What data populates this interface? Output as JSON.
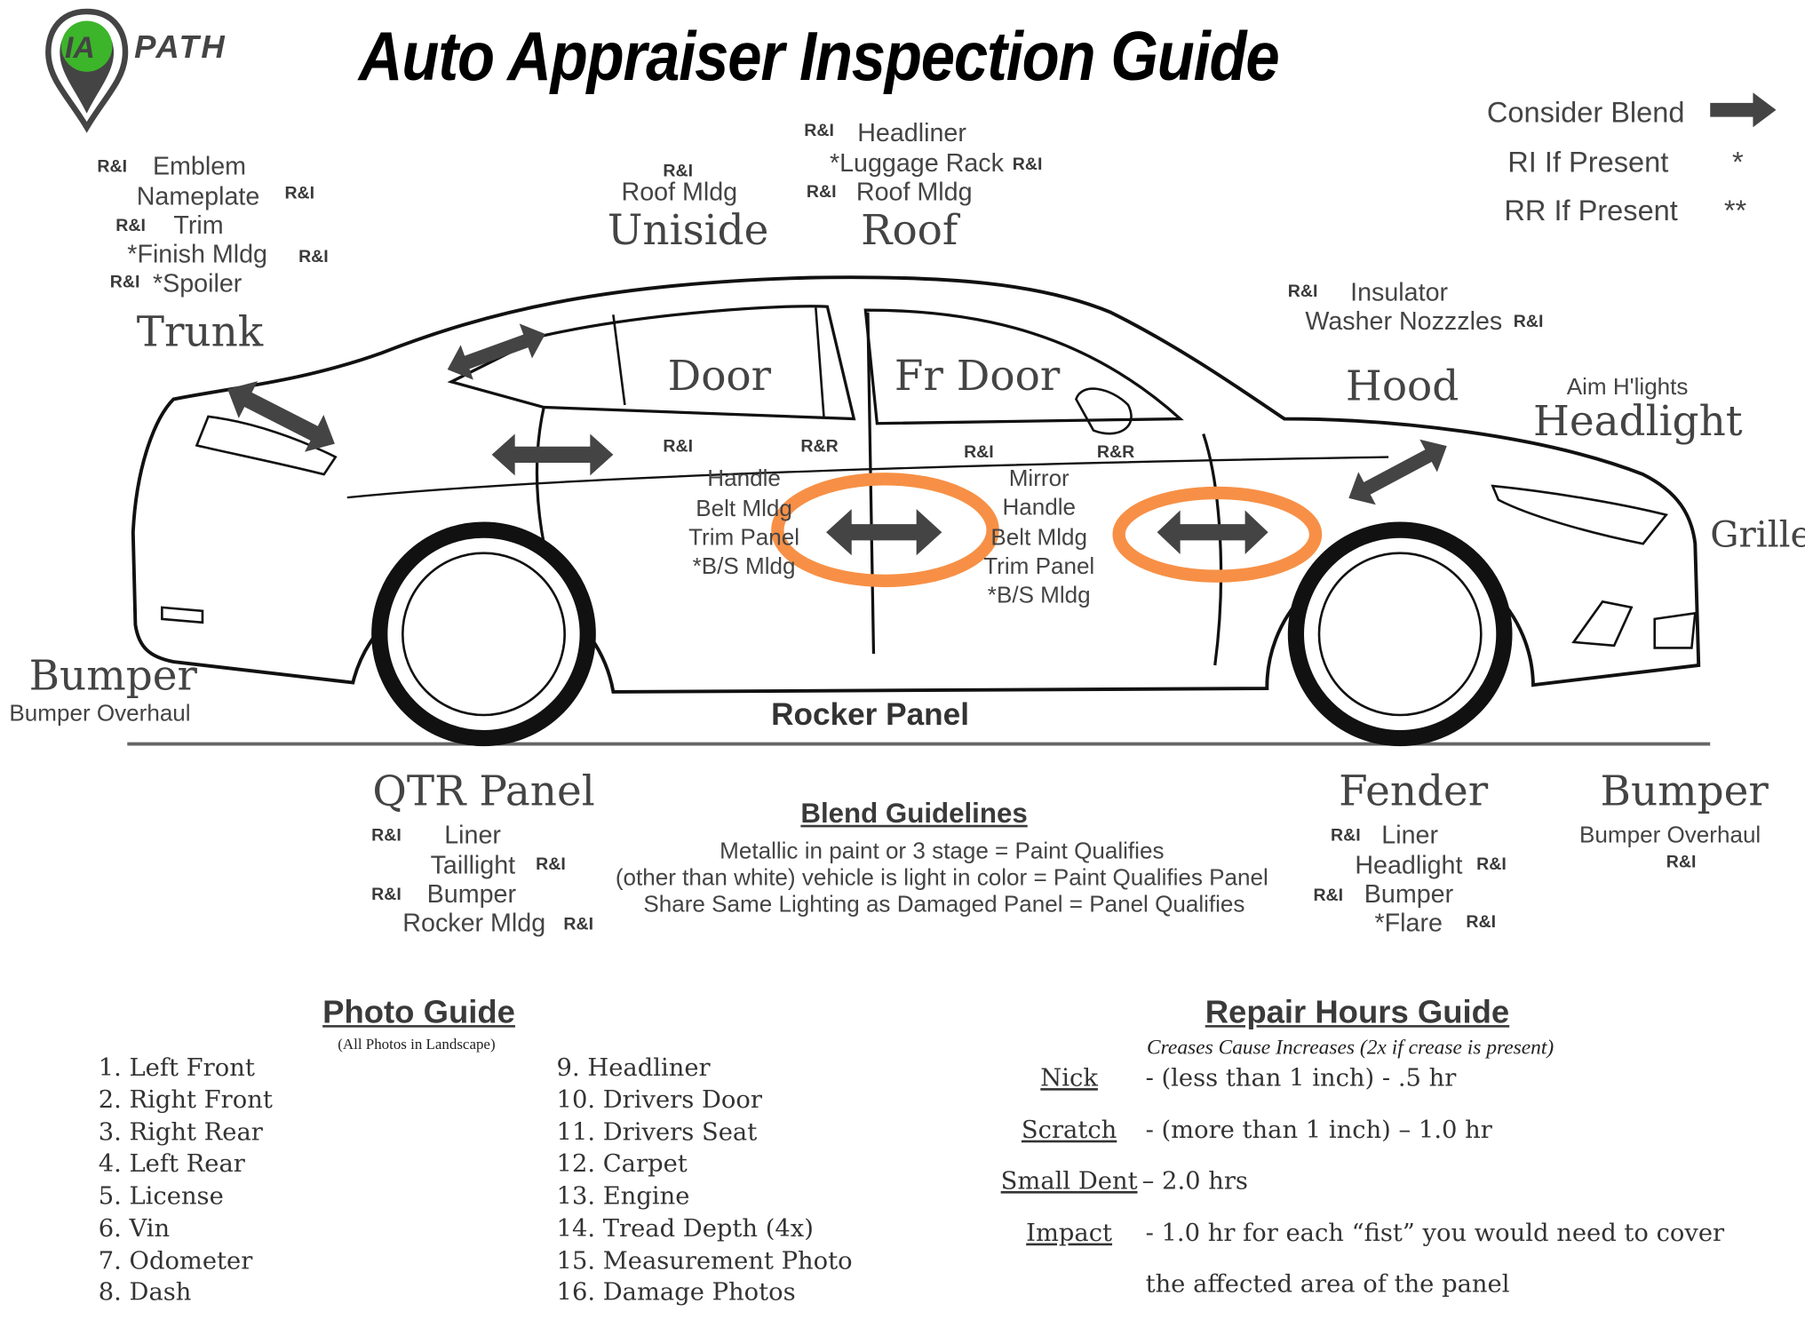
{
  "header": {
    "logo_text": "IA PATH",
    "title": "Auto Appraiser Inspection Guide"
  },
  "legend": {
    "consider_blend": "Consider Blend",
    "blend_icon": "right-arrow",
    "ri_if_present": "RI If Present",
    "ri_symbol": "*",
    "rr_if_present": "RR If Present",
    "rr_symbol": "**"
  },
  "tags": {
    "ri": "R&I",
    "rr": "R&R"
  },
  "trunk": {
    "title": "Trunk",
    "items": [
      "Emblem",
      "Nameplate",
      "Trim",
      "*Finish Mldg",
      "*Spoiler"
    ]
  },
  "uniside": {
    "title": "Uniside",
    "items": [
      "Roof Mldg"
    ]
  },
  "roof": {
    "title": "Roof",
    "items": [
      "Headliner",
      "*Luggage Rack",
      "Roof Mldg"
    ]
  },
  "hood": {
    "title": "Hood",
    "items": [
      "Insulator",
      "Washer Nozzzles"
    ]
  },
  "headlight": {
    "title": "Headlight",
    "note": "Aim H'lights"
  },
  "grille": {
    "title": "Grille"
  },
  "rear_door": {
    "title": "Door",
    "items": [
      "Handle",
      "Belt Mldg",
      "Trim Panel",
      "*B/S Mldg"
    ]
  },
  "front_door": {
    "title": "Fr Door",
    "items": [
      "Mirror",
      "Handle",
      "Belt Mldg",
      "Trim Panel",
      "*B/S Mldg"
    ]
  },
  "rear_bumper": {
    "title": "Bumper",
    "note": "Bumper Overhaul"
  },
  "rocker_panel": {
    "title": "Rocker Panel"
  },
  "qtr_panel": {
    "title": "QTR Panel",
    "items": [
      "Liner",
      "Taillight",
      "Bumper",
      "Rocker Mldg"
    ]
  },
  "blend_guidelines": {
    "title": "Blend Guidelines",
    "lines": [
      "Metallic in paint or 3 stage = Paint Qualifies",
      "(other than white) vehicle is light in color = Paint Qualifies Panel",
      "Share Same Lighting as Damaged Panel = Panel Qualifies"
    ]
  },
  "fender": {
    "title": "Fender",
    "items": [
      "Liner",
      "Headlight",
      "Bumper",
      "*Flare"
    ]
  },
  "front_bumper": {
    "title": "Bumper",
    "note": "Bumper Overhaul"
  },
  "photo_guide": {
    "title": "Photo Guide",
    "subtitle": "(All Photos in Landscape)",
    "items": [
      "1. Left Front",
      "2. Right Front",
      "3. Right Rear",
      "4. Left Rear",
      "5. License",
      "6. Vin",
      "7. Odometer",
      "8. Dash",
      "9. Headliner",
      "10. Drivers Door",
      "11. Drivers Seat",
      "12. Carpet",
      "13. Engine",
      "14. Tread Depth (4x)",
      "15. Measurement Photo",
      "16. Damage Photos"
    ]
  },
  "repair_hours": {
    "title": "Repair Hours Guide",
    "subtitle": "Creases Cause Increases (2x if crease is present)",
    "rows": [
      {
        "term": "Nick",
        "desc": "- (less than 1 inch) - .5 hr"
      },
      {
        "term": "Scratch",
        "desc": "- (more than 1 inch) – 1.0 hr"
      },
      {
        "term": "Small Dent",
        "desc": "– 2.0 hrs"
      },
      {
        "term": "Impact",
        "desc": "- 1.0 hr for each “fist” you would need to cover"
      }
    ],
    "continuation": "the affected area of the panel"
  },
  "colors": {
    "highlight": "#f79046",
    "arrow": "#444444",
    "logo_green": "#3cb52a",
    "text": "#444444"
  }
}
